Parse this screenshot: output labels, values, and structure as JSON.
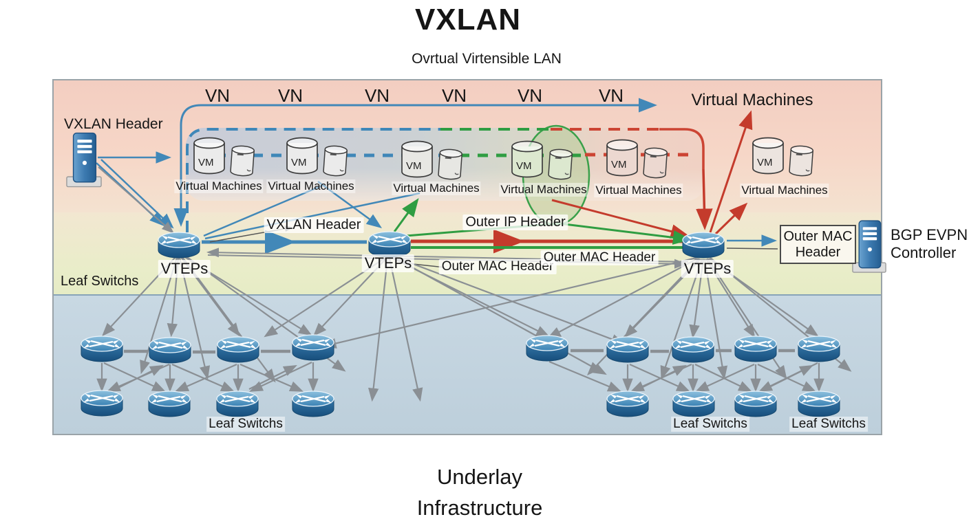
{
  "title": "VXLAN",
  "subtitle": "Ovrtual Virtensible LAN",
  "vn": [
    "VN",
    "VN",
    "VN",
    "VN",
    "VN",
    "VN"
  ],
  "top_right_vm_label": "Virtual Machines",
  "vxlan_header_label": "VXLAN Header",
  "link_labels": {
    "vxlan_header": "VXLAN Header",
    "outer_ip": "Outer IP Header",
    "outer_mac_a": "Outer MAC Header",
    "outer_mac_b": "Outer MAC Header"
  },
  "outer_mac_box": {
    "line1": "Outer MAC",
    "line2": "Header"
  },
  "bgp_controller": {
    "line1": "BGP EVPN",
    "line2": "Controller"
  },
  "vm_groups": [
    {
      "vm": "VM",
      "label": "Virtual Machines"
    },
    {
      "vm": "VM",
      "label": "Virtual Machines"
    },
    {
      "vm": "VM",
      "label": "Virtual Machines"
    },
    {
      "vm": "VM",
      "label": "Virtual Machines"
    },
    {
      "vm": "VM",
      "label": "Virtual Machines"
    },
    {
      "vm": "VM",
      "label": "Virtual Machines"
    }
  ],
  "vteps": [
    {
      "label": "VTEPs"
    },
    {
      "label": "VTEPs"
    },
    {
      "label": "VTEPs"
    }
  ],
  "leaf_labels": {
    "left": "Leaf Switchs",
    "bottom_left": "Leaf Switchs",
    "bottom_mid": "Leaf Switchs",
    "bottom_right": "Leaf Switchs"
  },
  "underlay": {
    "line1": "Underlay",
    "line2": "Infrastructure"
  },
  "colors": {
    "blue": "#4288b8",
    "red": "#c43b2c",
    "green": "#2f9d42",
    "gray": "#8a8f94",
    "switch_blue": "#2a6b9c",
    "band_pink": "#f4d0c2",
    "band_green": "#e9eecb",
    "band_blue": "#c4d5e1"
  }
}
